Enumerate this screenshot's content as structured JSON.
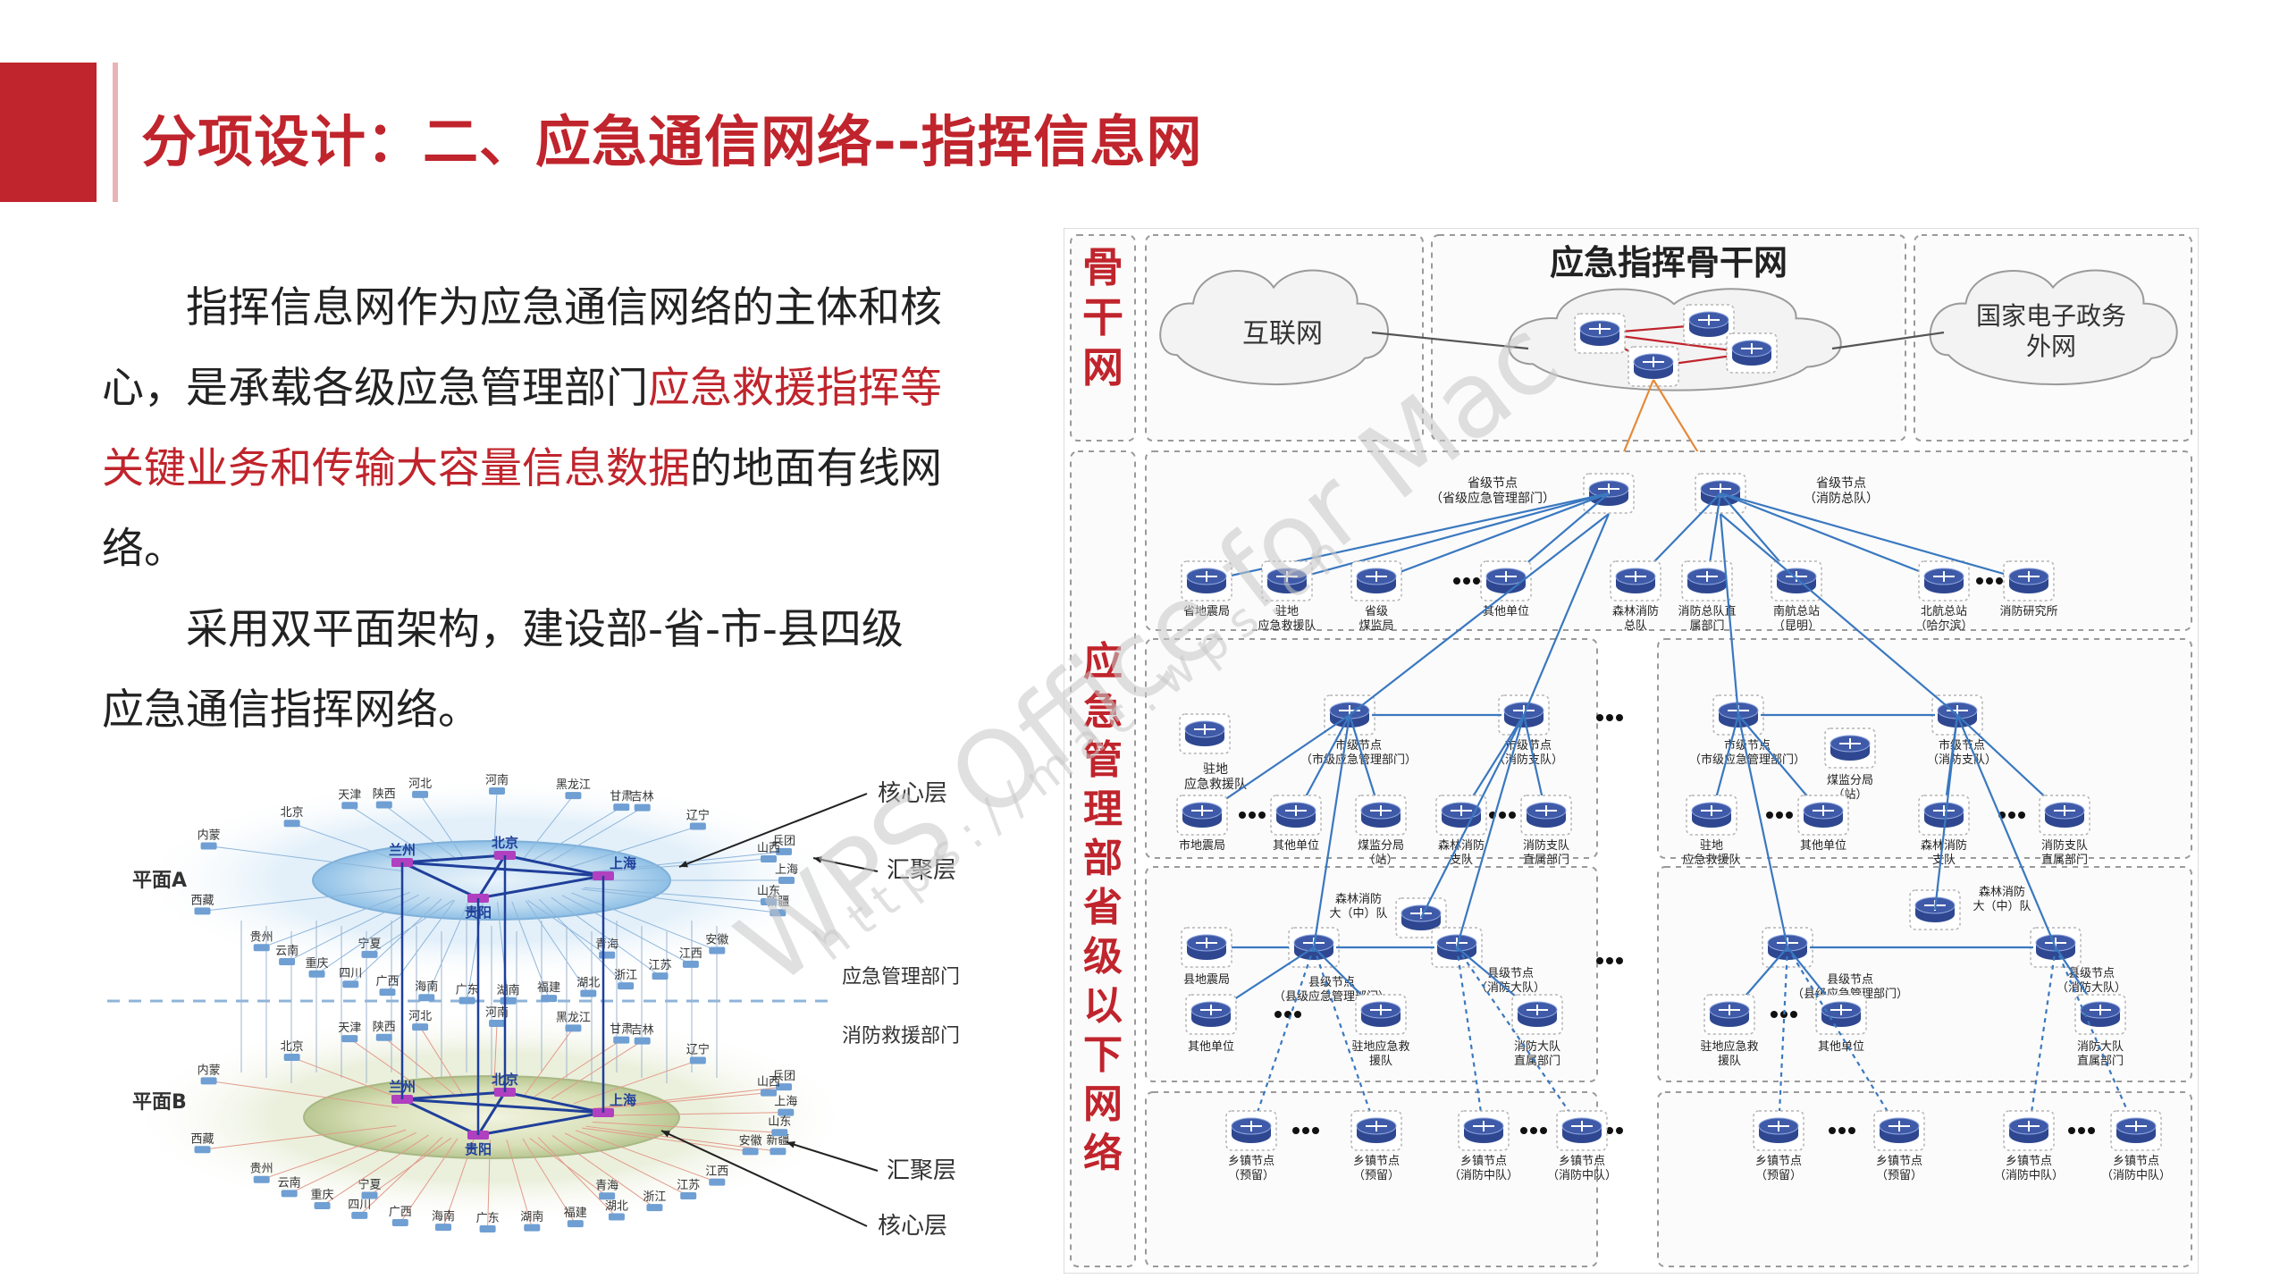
{
  "title": "分项设计：二、应急通信网络--指挥信息网",
  "body": {
    "para1_before": "指挥信息网作为应急通信网络的主体和核心，是承载各级应急管理部门",
    "para1_highlight": "应急救援指挥等关键业务和传输大容量信息数据",
    "para1_after": "的地面有线网络。",
    "para2": "采用双平面架构，建设部-省-市-县四级应急通信指挥网络。"
  },
  "left_figure": {
    "plane_a": "平面A",
    "plane_b": "平面B",
    "core_layer": "核心层",
    "agg_layer": "汇聚层",
    "agg_layer_b": "汇聚层",
    "core_layer_b": "核心层",
    "dept_emergency": "应急管理部门",
    "dept_fire": "消防救援部门",
    "core_nodes_a": [
      "兰州",
      "北京",
      "上海",
      "贵阳"
    ],
    "core_nodes_b": [
      "兰州",
      "北京",
      "上海",
      "贵阳"
    ],
    "ring_top_a": [
      "北京",
      "天津",
      "河北",
      "河南",
      "黑龙江",
      "吉林",
      "辽宁"
    ],
    "ring_left_a": [
      "内蒙",
      "陕西",
      "甘肃",
      "兵团",
      "新疆",
      "青海",
      "宁夏",
      "西藏"
    ],
    "ring_right_a": [
      "山西",
      "上海",
      "山东"
    ],
    "ring_bottom_a": [
      "贵州",
      "云南",
      "重庆",
      "四川",
      "广西",
      "海南",
      "广东",
      "湖南",
      "福建",
      "湖北",
      "浙江",
      "江苏",
      "江西",
      "安徽"
    ],
    "ring_top_b": [
      "北京",
      "天津",
      "河北",
      "河南",
      "黑龙江",
      "吉林",
      "辽宁"
    ],
    "ring_left_b": [
      "内蒙",
      "陕西",
      "甘肃",
      "兵团",
      "新疆",
      "青海",
      "宁夏",
      "西藏"
    ],
    "ring_right_b": [
      "山西",
      "上海",
      "山东",
      "安徽"
    ],
    "ring_bottom_b": [
      "贵州",
      "云南",
      "重庆",
      "四川",
      "广西",
      "海南",
      "广东",
      "湖南",
      "福建",
      "湖北",
      "浙江",
      "江苏",
      "江西"
    ]
  },
  "right_figure": {
    "side_backbone": "骨干网",
    "side_lower": "应急管理部省级以下网络",
    "backbone_title": "应急指挥骨干网",
    "internet": "互联网",
    "gov_net_line1": "国家电子政务",
    "gov_net_line2": "外网",
    "province_node_a": "省级节点",
    "province_node_a_sub": "（省级应急管理部门）",
    "province_node_b": "省级节点",
    "province_node_b_sub": "（消防总队）",
    "prov_children": [
      {
        "l1": "省地震局",
        "l2": ""
      },
      {
        "l1": "驻地",
        "l2": "应急救援队"
      },
      {
        "l1": "省级",
        "l2": "煤监局"
      },
      {
        "l1": "其他单位",
        "l2": ""
      },
      {
        "l1": "森林消防",
        "l2": "总队"
      },
      {
        "l1": "消防总队直",
        "l2": "属部门"
      },
      {
        "l1": "南航总站",
        "l2": "（昆明）"
      },
      {
        "l1": "北航总站",
        "l2": "（哈尔滨）"
      },
      {
        "l1": "消防研究所",
        "l2": ""
      }
    ],
    "city_left": {
      "standalone_l1": "驻地",
      "standalone_l2": "应急救援队",
      "node_a": "市级节点",
      "node_a_sub": "（市级应急管理部门）",
      "node_b": "市级节点",
      "node_b_sub": "（消防支队）",
      "children": [
        {
          "l1": "市地震局",
          "l2": ""
        },
        {
          "l1": "其他单位",
          "l2": ""
        },
        {
          "l1": "煤监分局",
          "l2": "（站）"
        },
        {
          "l1": "森林消防",
          "l2": "支队"
        },
        {
          "l1": "消防支队",
          "l2": "直属部门"
        }
      ]
    },
    "city_right": {
      "node_a": "市级节点",
      "node_a_sub": "（市级应急管理部门）",
      "node_b": "市级节点",
      "node_b_sub": "（消防支队）",
      "side_l1": "煤监分局",
      "side_l2": "（站）",
      "children": [
        {
          "l1": "驻地",
          "l2": "应急救援队"
        },
        {
          "l1": "其他单位",
          "l2": ""
        },
        {
          "l1": "森林消防",
          "l2": "支队"
        },
        {
          "l1": "消防支队",
          "l2": "直属部门"
        }
      ]
    },
    "county_left": {
      "top_l1": "森林消防",
      "top_l2": "大（中）队",
      "node_a": "县级节点",
      "node_a_sub": "（县级应急管理部门）",
      "node_b": "县级节点",
      "node_b_sub": "（消防大队）",
      "children": [
        {
          "l1": "县地震局",
          "l2": ""
        },
        {
          "l1": "其他单位",
          "l2": ""
        },
        {
          "l1": "驻地应急救",
          "l2": "援队"
        },
        {
          "l1": "消防大队",
          "l2": "直属部门"
        }
      ]
    },
    "county_right": {
      "top_l1": "森林消防",
      "top_l2": "大（中）队",
      "node_a": "县级节点",
      "node_a_sub": "（县级应急管理部门）",
      "node_b": "县级节点",
      "node_b_sub": "（消防大队）",
      "children": [
        {
          "l1": "驻地应急救",
          "l2": "援队"
        },
        {
          "l1": "其他单位",
          "l2": ""
        },
        {
          "l1": "消防大队",
          "l2": "直属部门"
        }
      ]
    },
    "town_nodes": [
      {
        "l1": "乡镇节点",
        "l2": "（预留）"
      },
      {
        "l1": "乡镇节点",
        "l2": "（预留）"
      },
      {
        "l1": "乡镇节点",
        "l2": "（消防中队）"
      },
      {
        "l1": "乡镇节点",
        "l2": "（消防中队）"
      },
      {
        "l1": "乡镇节点",
        "l2": "（预留）"
      },
      {
        "l1": "乡镇节点",
        "l2": "（预留）"
      },
      {
        "l1": "乡镇节点",
        "l2": "（消防中队）"
      },
      {
        "l1": "乡镇节点",
        "l2": "（消防中队）"
      }
    ]
  },
  "watermark": "WPS Office for Mac",
  "watermark_url": "https://mac.wps.cn",
  "colors": {
    "accent": "#c0242c",
    "line": "#3a78c0",
    "router": "#3f5aa8"
  }
}
